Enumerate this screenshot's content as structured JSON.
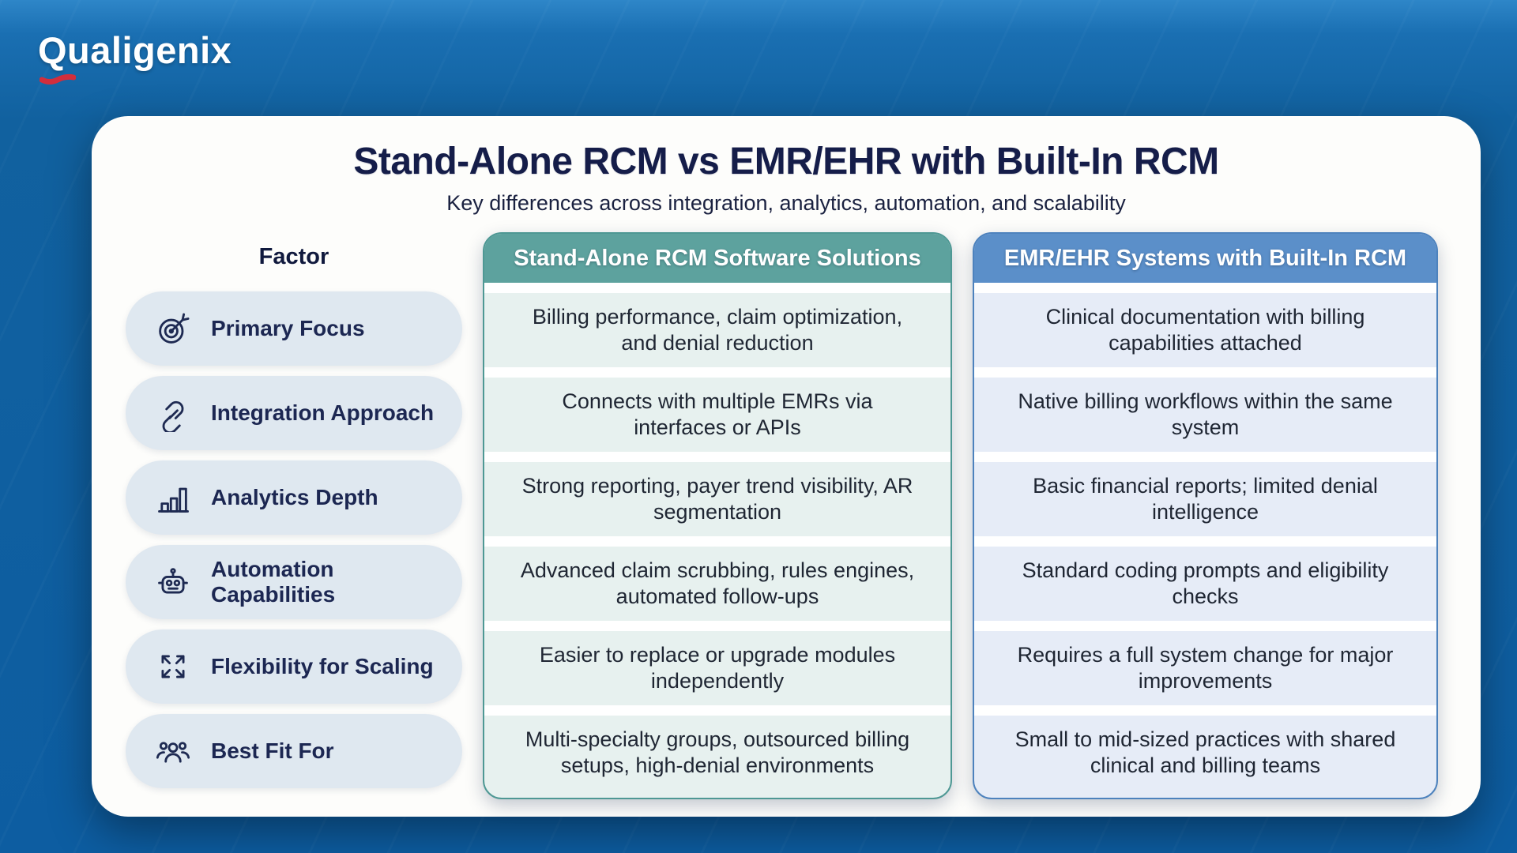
{
  "brand": {
    "name": "Qualigenix"
  },
  "header": {
    "title": "Stand-Alone RCM vs EMR/EHR with Built-In RCM",
    "subtitle": "Key differences across integration, analytics, automation, and scalability"
  },
  "table": {
    "factor_header": "Factor",
    "columns": [
      {
        "key": "standalone",
        "label": "Stand-Alone RCM Software Solutions"
      },
      {
        "key": "emr",
        "label": "EMR/EHR Systems with Built-In RCM"
      }
    ],
    "rows": [
      {
        "factor": "Primary Focus",
        "icon": "target-icon",
        "standalone": "Billing performance, claim optimization, and denial reduction",
        "emr": "Clinical documentation with billing capabilities attached"
      },
      {
        "factor": "Integration Approach",
        "icon": "chain-link-icon",
        "standalone": "Connects with multiple EMRs via interfaces or APIs",
        "emr": "Native billing workflows within the same system"
      },
      {
        "factor": "Analytics Depth",
        "icon": "bar-chart-icon",
        "standalone": "Strong reporting, payer trend visibility, AR segmentation",
        "emr": "Basic financial reports; limited denial intelligence"
      },
      {
        "factor": "Automation Capabilities",
        "icon": "robot-icon",
        "standalone": "Advanced claim scrubbing, rules engines, automated follow-ups",
        "emr": "Standard coding prompts and eligibility checks"
      },
      {
        "factor": "Flexibility for Scaling",
        "icon": "expand-arrows-icon",
        "standalone": "Easier to replace or upgrade modules independently",
        "emr": "Requires a full system change for major improvements"
      },
      {
        "factor": "Best Fit For",
        "icon": "people-group-icon",
        "standalone": "Multi-specialty groups, outsourced billing setups, high-denial environments",
        "emr": "Small to mid-sized practices with shared clinical and billing teams"
      }
    ]
  },
  "colors": {
    "page_bg": "#11619f",
    "page_top": "#2e86c8",
    "card_bg": "#fdfdfb",
    "title_color": "#151d49",
    "teal_header": "#5da29e",
    "teal_body": "#e7f1ef",
    "blue_header": "#5b8fc9",
    "blue_body": "#e6ecf7",
    "pill_bg": "#dfe8f0",
    "logo_red": "#d22e3c"
  }
}
